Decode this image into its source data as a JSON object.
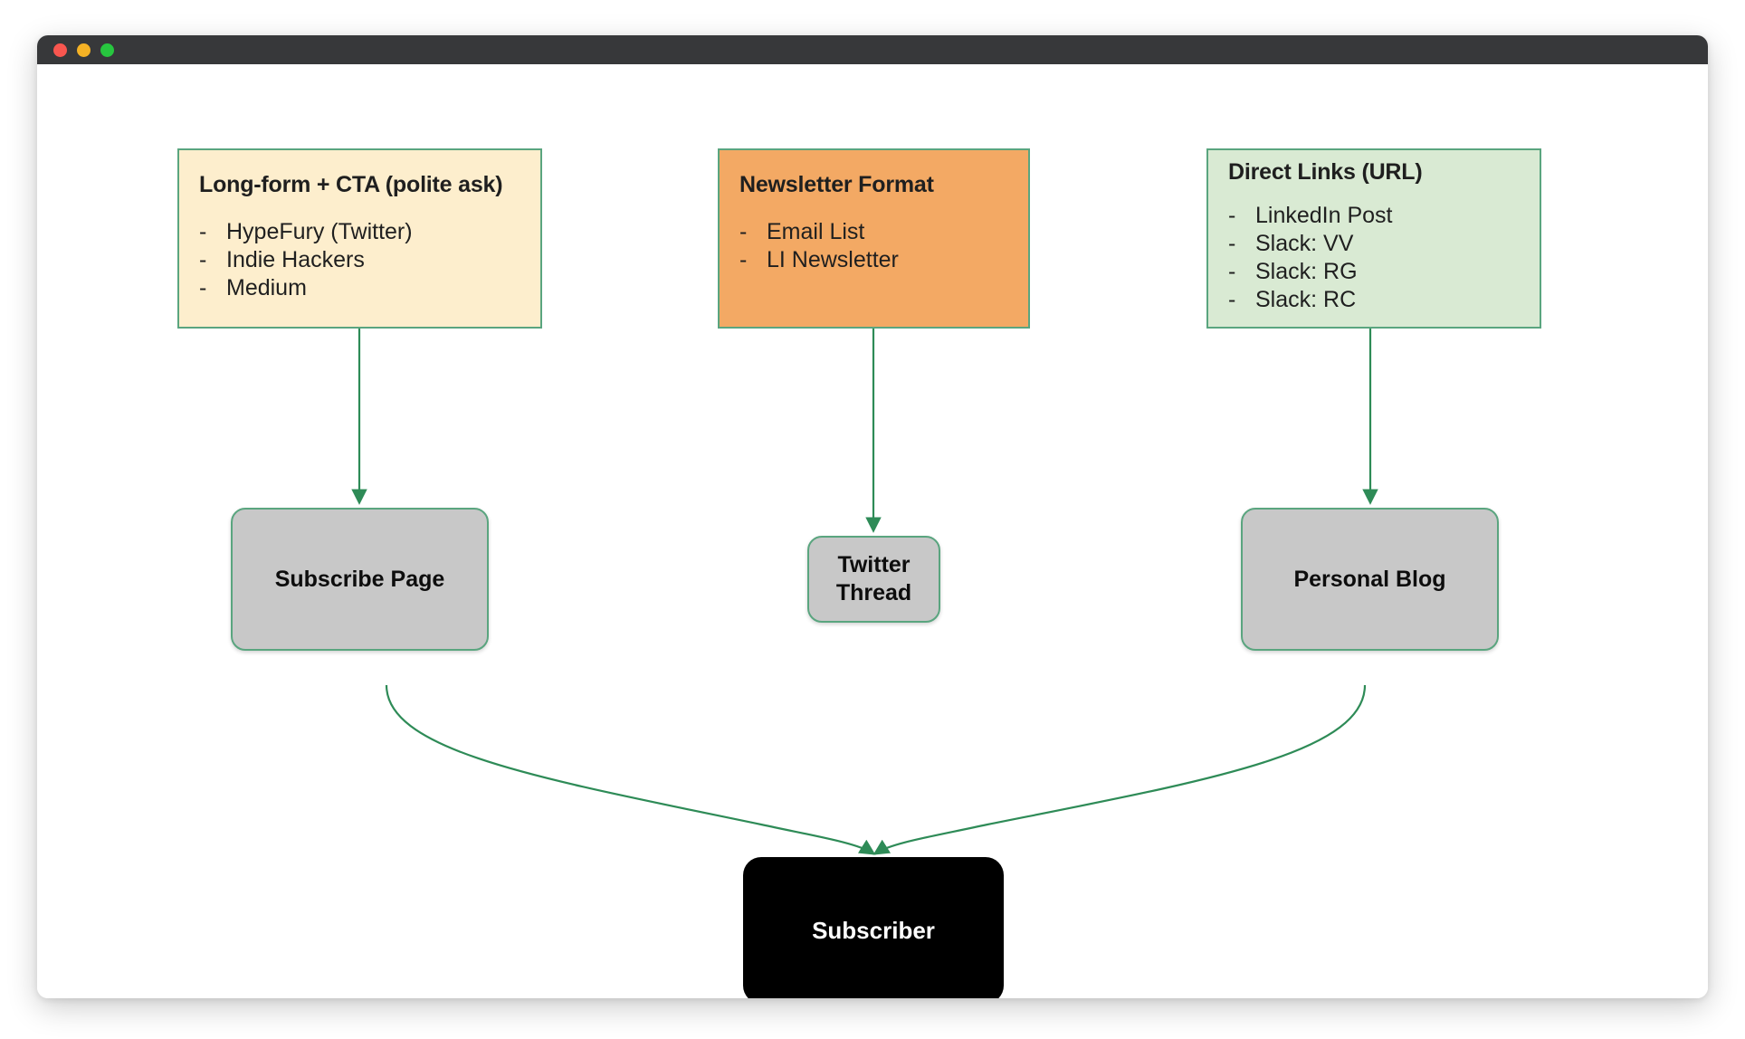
{
  "window": {
    "traffic_lights": [
      {
        "name": "close",
        "color": "#f9564f"
      },
      {
        "name": "minimize",
        "color": "#f5b225"
      },
      {
        "name": "zoom",
        "color": "#27c63f"
      }
    ]
  },
  "diagram": {
    "edge_color": "#2e8b57",
    "notes": [
      {
        "id": "long-form-cta",
        "title": "Long-form + CTA (polite ask)",
        "fill": "#fdeecd",
        "items": [
          "HypeFury (Twitter)",
          "Indie Hackers",
          "Medium"
        ]
      },
      {
        "id": "newsletter-format",
        "title": "Newsletter Format",
        "fill": "#f3a964",
        "items": [
          "Email List",
          "LI Newsletter"
        ]
      },
      {
        "id": "direct-links",
        "title": "Direct Links (URL)",
        "fill": "#d9ead3",
        "items": [
          "LinkedIn Post",
          "Slack: VV",
          "Slack: RG",
          "Slack: RC"
        ]
      }
    ],
    "bullet_dash": "-",
    "processes": [
      {
        "id": "subscribe-page",
        "label": "Subscribe Page",
        "fill": "#c8c8c8"
      },
      {
        "id": "twitter-thread",
        "label_line1": "Twitter",
        "label_line2": "Thread",
        "fill": "#c8c8c8"
      },
      {
        "id": "personal-blog",
        "label": "Personal Blog",
        "fill": "#c8c8c8"
      }
    ],
    "terminal": {
      "id": "subscriber",
      "label": "Subscriber",
      "fill": "#000000"
    }
  }
}
